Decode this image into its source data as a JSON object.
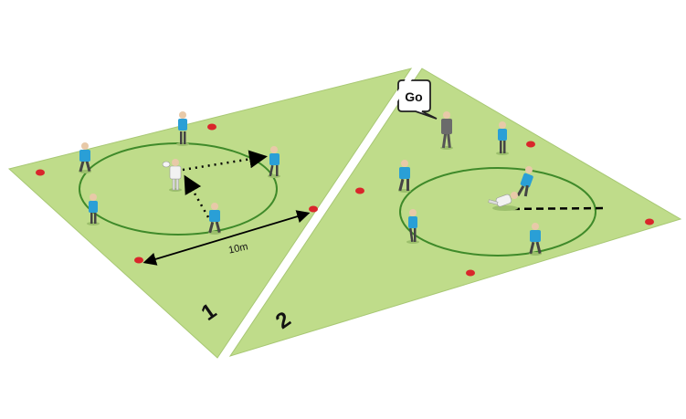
{
  "diagram": {
    "distance_label": "10m",
    "coach_speech": "Go",
    "zone_numbers": [
      "1",
      "2"
    ]
  },
  "colors": {
    "pitch": "#bfdc8a",
    "circle": "#3f8a2a",
    "cone": "#d9262b",
    "player_blue": "#2a9fd6",
    "player_white": "#f2f2f2",
    "coach": "#6b6b6b"
  }
}
